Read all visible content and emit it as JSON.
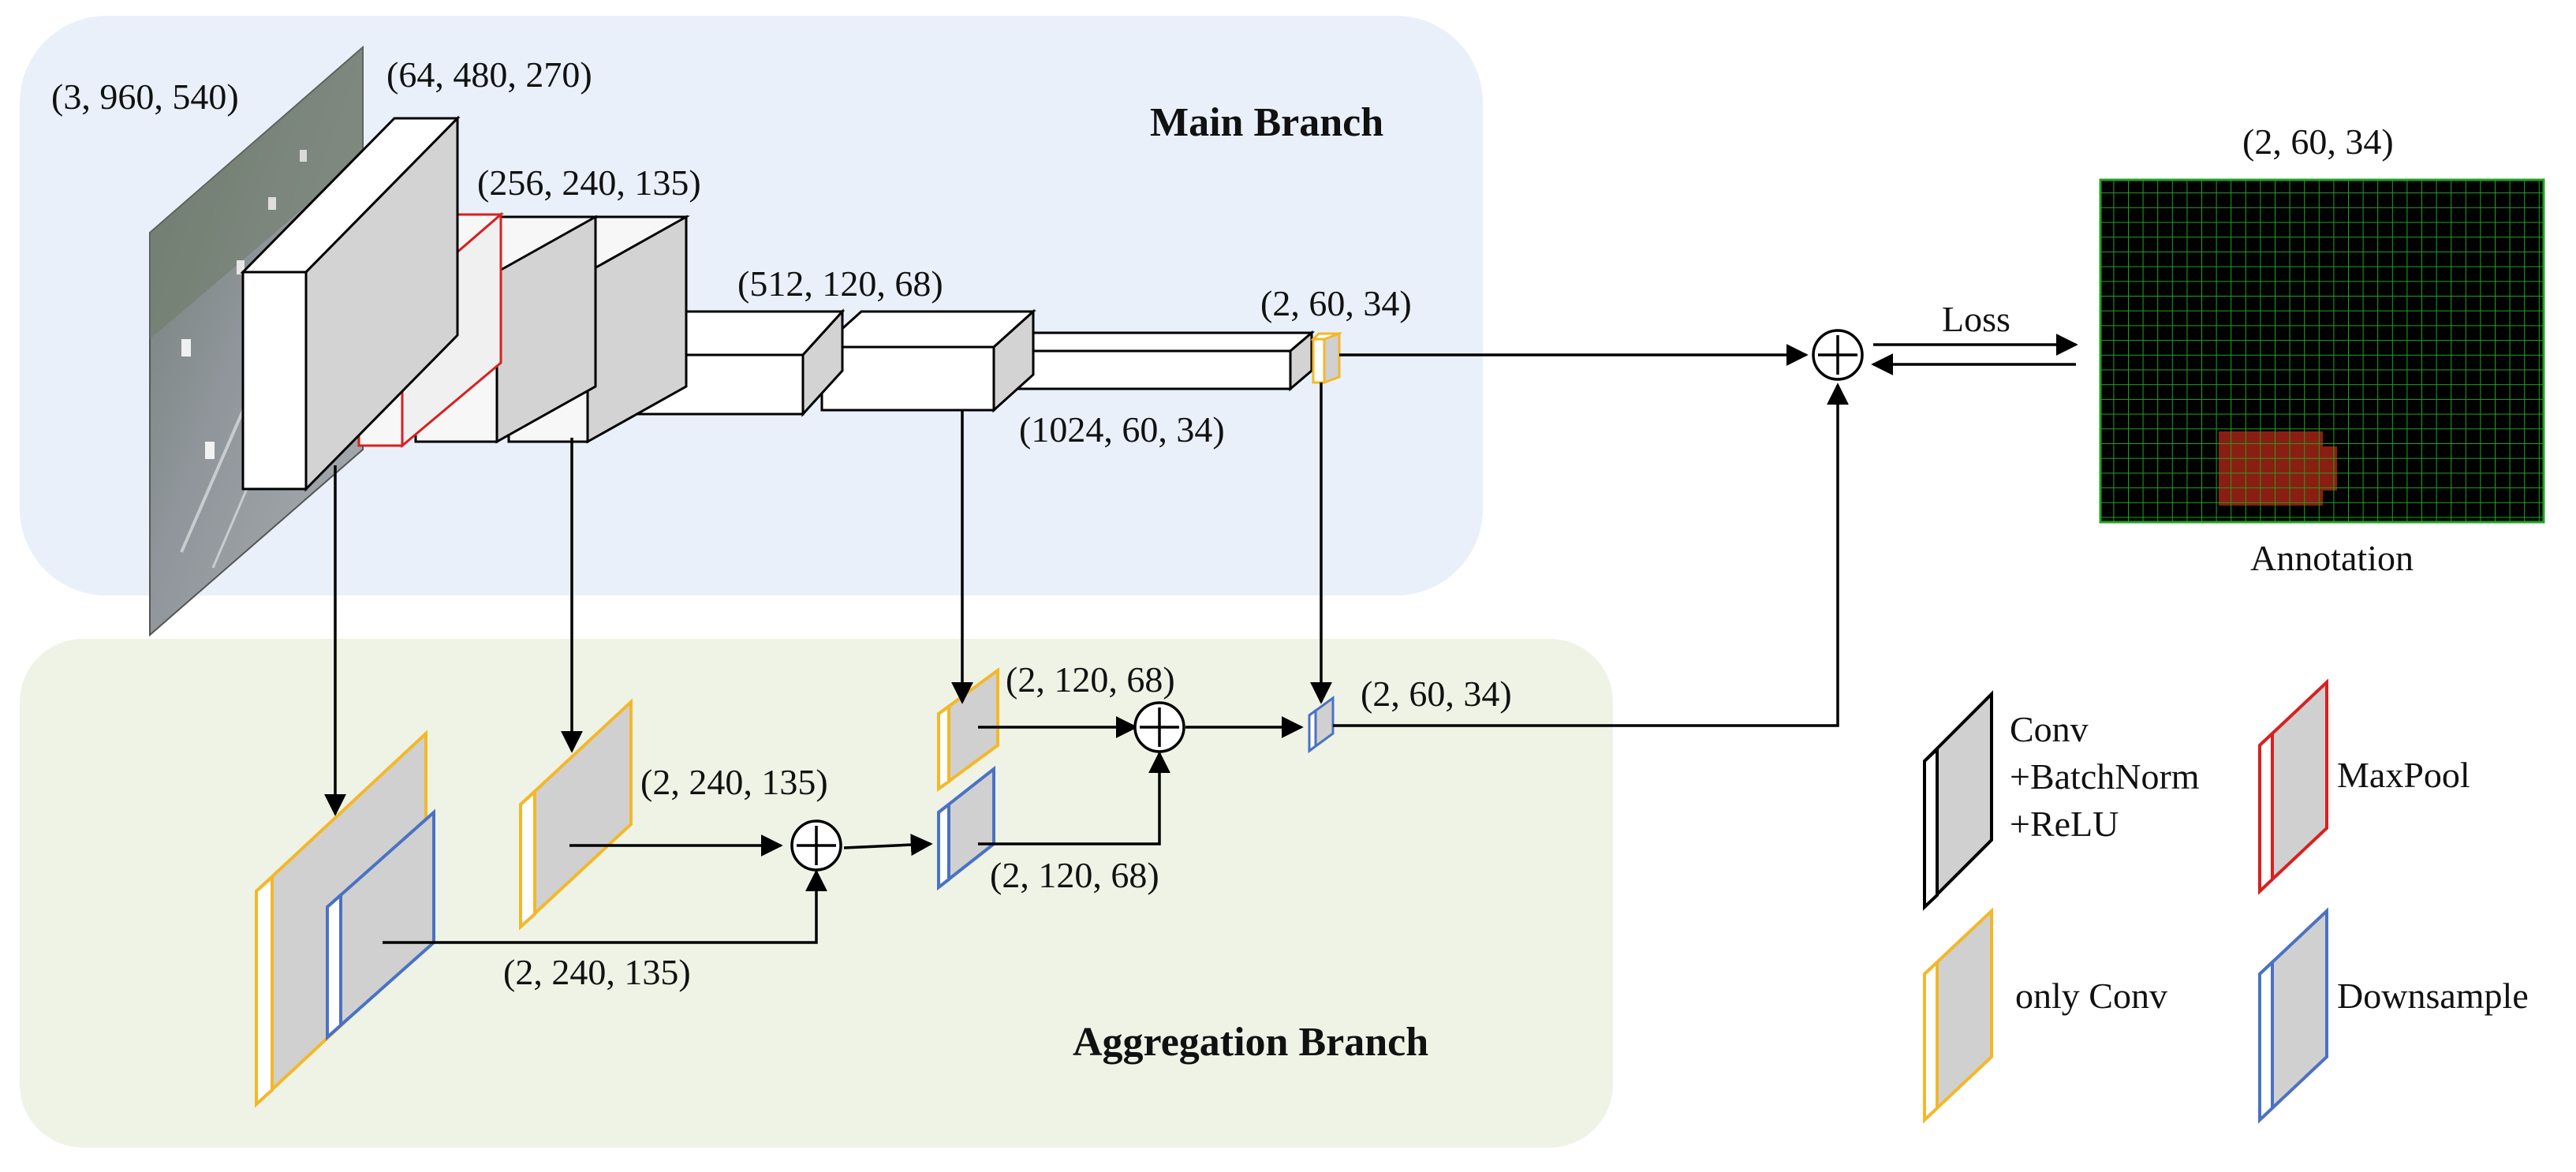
{
  "colors": {
    "main_panel": "#e9f0f9",
    "aggregation_panel": "#eef3e6",
    "block_face": "#ffffff",
    "block_side": "#d3d3d3",
    "gray_fill": "#d0d0d0",
    "only_conv_edge": "#f3b82a",
    "downsample_edge": "#4a72c4",
    "maxpool_edge": "#d92020",
    "annotation_bg": "#000000",
    "annotation_grid": "#1fa41f",
    "annotation_region": "#8a1e12"
  },
  "branches": {
    "main": "Main Branch",
    "aggregation": "Aggregation Branch"
  },
  "main_labels": {
    "input": "(3, 960, 540)",
    "conv1": "(64, 480, 270)",
    "conv2": "(256, 240, 135)",
    "conv3": "(512, 120, 68)",
    "conv4": "(1024, 60, 34)",
    "out": "(2, 60, 34)"
  },
  "aggregation_labels": {
    "agg1": "(2, 240, 135)",
    "agg2": "(2, 240, 135)",
    "agg3_top": "(2, 120, 68)",
    "agg3_bottom": "(2, 120, 68)",
    "agg4": "(2, 60, 34)"
  },
  "annotation": {
    "size": "(2, 60, 34)",
    "caption": "Annotation",
    "loss": "Loss"
  },
  "legend": {
    "conv_line1": "Conv",
    "conv_line2": "+BatchNorm",
    "conv_line3": "+ReLU",
    "maxpool": "MaxPool",
    "only_conv": "only Conv",
    "downsample": "Downsample"
  },
  "icons": {
    "sum_node": "circled-plus-icon",
    "input_image": "street-scene-photo"
  }
}
